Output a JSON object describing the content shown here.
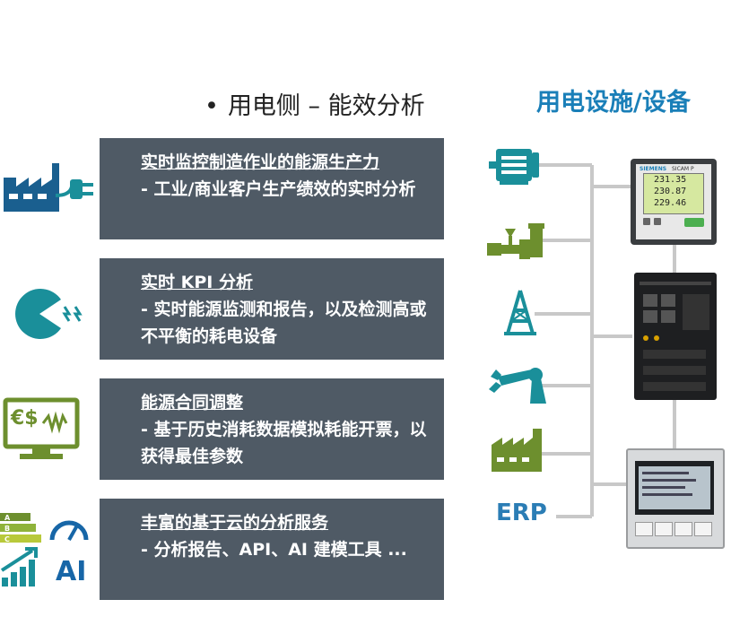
{
  "header": {
    "bullet": "•",
    "left_title": "用电侧 – 能效分析",
    "right_title": "用电设施/设备"
  },
  "panels": [
    {
      "title": "实时监控制造作业的能源生产力",
      "desc": "- 工业/商业客户生产绩效的实时分析"
    },
    {
      "title": "实时 KPI 分析",
      "desc": "- 实时能源监测和报告，以及检测高或不平衡的耗电设备"
    },
    {
      "title": "能源合同调整",
      "desc": "- 基于历史消耗数据模拟耗能开票，以获得最佳参数"
    },
    {
      "title": "丰富的基于云的分析服务",
      "desc": "- 分析报告、API、AI 建模工具 ..."
    }
  ],
  "left_icons": {
    "ai_label": "AI",
    "money_label": "€$",
    "energy_class_labels": [
      "A",
      "B",
      "C"
    ]
  },
  "devices": {
    "meter_brand": "SIEMENS",
    "meter_model": "SICAM P",
    "meter_values": [
      "231.35",
      "230.87",
      "229.46"
    ],
    "erp_label": "ERP"
  },
  "colors": {
    "panel_bg": "#4f5a65",
    "icon_teal": "#1a8f9a",
    "icon_green": "#7a9c3b",
    "brand_blue": "#1a7fb8",
    "connector_gray": "#c8c8c8"
  }
}
